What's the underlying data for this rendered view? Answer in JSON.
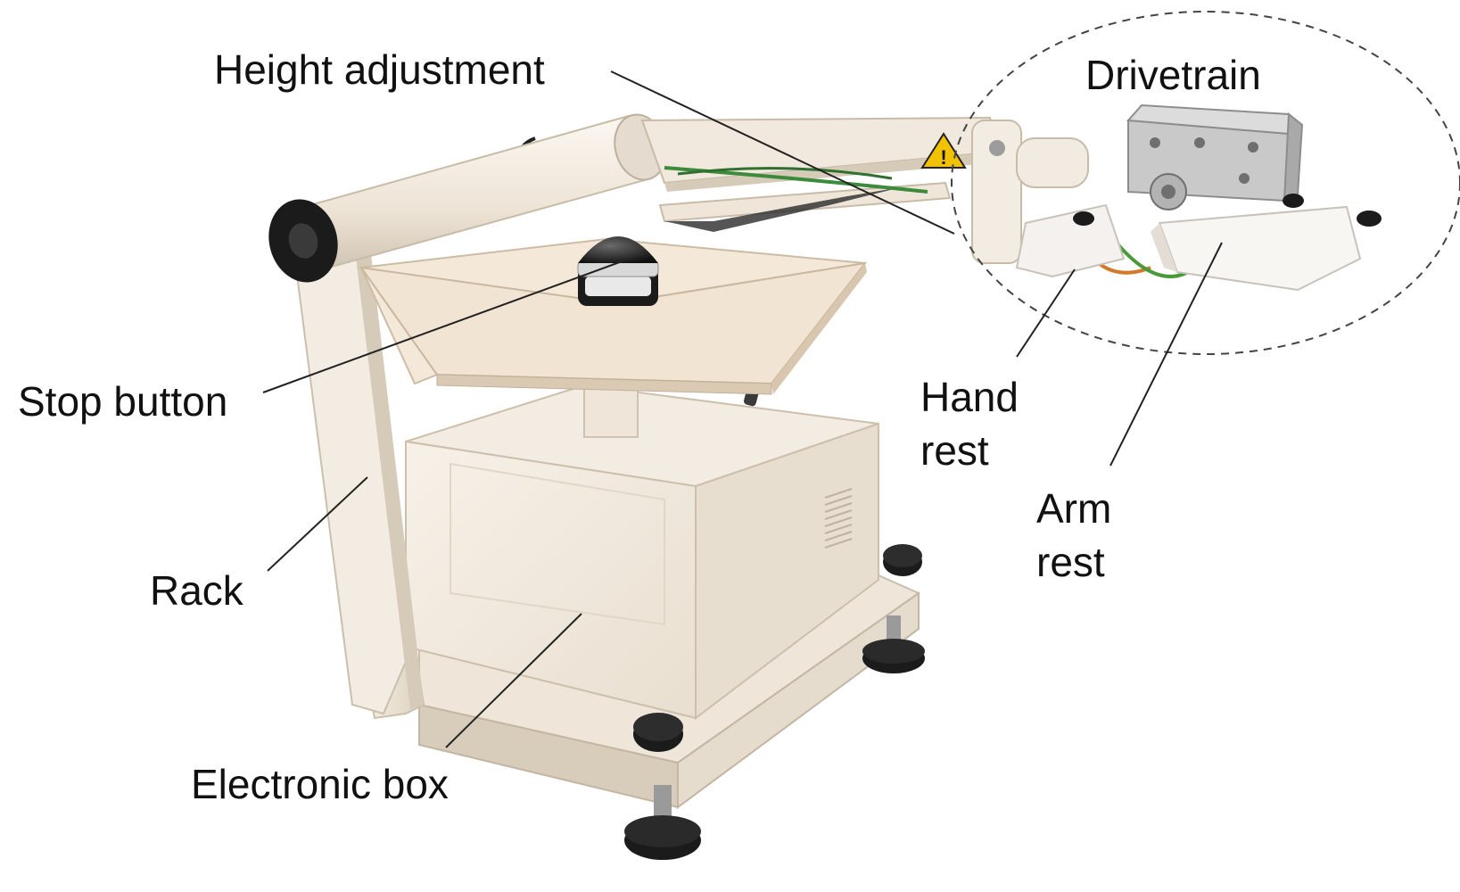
{
  "figure": {
    "labels": {
      "height_adjustment": "Height adjustment",
      "drivetrain": "Drivetrain",
      "stop_button": "Stop button",
      "hand_rest": [
        "Hand",
        "rest"
      ],
      "arm_rest": [
        "Arm",
        "rest"
      ],
      "rack": "Rack",
      "electronic_box": "Electronic box"
    },
    "warning_symbol": "!"
  },
  "colors": {
    "frame": "#f3ece2",
    "frame_shade": "#d9cfc0",
    "frame_dark": "#b9ad9c",
    "box": "#f5efe6",
    "box_side": "#e6dccd",
    "tray": "#f2e6d6",
    "foot": "#1b1b1b",
    "metal": "#c9c9c9",
    "warning": "#f2c200",
    "leader": "#222222"
  }
}
